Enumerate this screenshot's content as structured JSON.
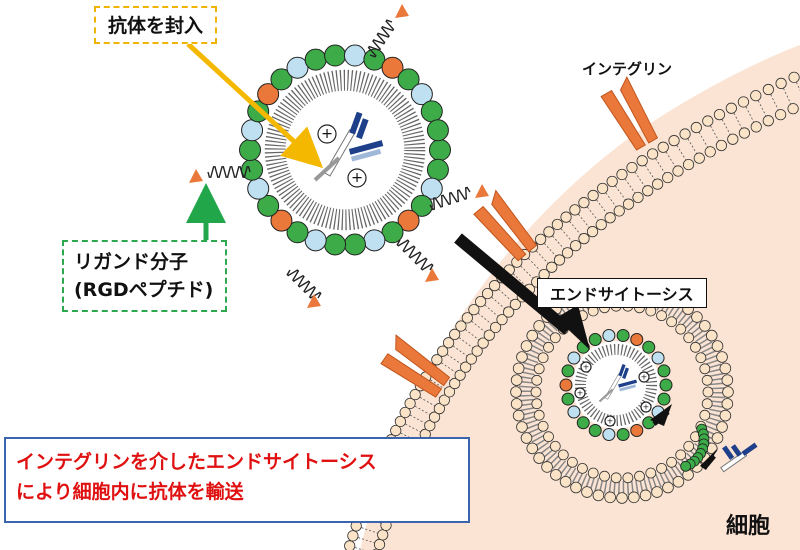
{
  "labels": {
    "encapsulate_antibody": "抗体を封入",
    "ligand_line1": "リガンド分子",
    "ligand_line2": "(RGDペプチド)",
    "integrin": "インテグリン",
    "endocytosis": "エンドサイトーシス",
    "cell": "細胞"
  },
  "caption": {
    "line1": "インテグリンを介したエンドサイトーシス",
    "line2": "により細胞内に抗体を輸送"
  },
  "charges": {
    "plus": "+"
  },
  "colors": {
    "cell_fill": "#fbe4d4",
    "membrane_head": "#fbe3c7",
    "integrin": "#e9783a",
    "liposome_green": "#3cab48",
    "liposome_blue": "#bfe0f0",
    "liposome_orange": "#e9783a",
    "antibody_blue": "#1e3f8a",
    "arrow_yellow": "#f5b800",
    "arrow_green": "#22a64a",
    "caption_text": "#e01010",
    "caption_border": "#3a64b0"
  }
}
